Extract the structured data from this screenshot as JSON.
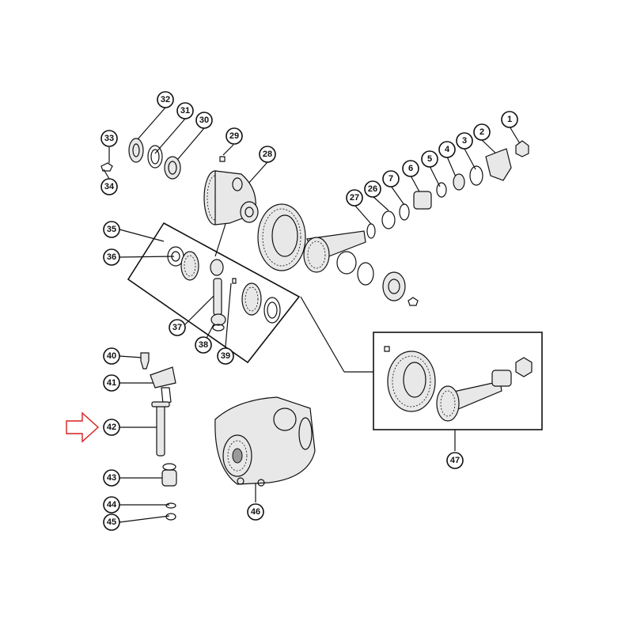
{
  "callouts": {
    "c1": "1",
    "c2": "2",
    "c3": "3",
    "c4": "4",
    "c5": "5",
    "c6": "6",
    "c7": "7",
    "c26": "26",
    "c27": "27",
    "c28": "28",
    "c29": "29",
    "c30": "30",
    "c31": "31",
    "c32": "32",
    "c33": "33",
    "c34": "34",
    "c35": "35",
    "c36": "36",
    "c37": "37",
    "c38": "38",
    "c39": "39",
    "c40": "40",
    "c41": "41",
    "c42": "42",
    "c43": "43",
    "c44": "44",
    "c45": "45",
    "c46": "46",
    "c47": "47"
  },
  "highlight": {
    "arrow_color": "#d81e1e",
    "points_to": "42"
  }
}
